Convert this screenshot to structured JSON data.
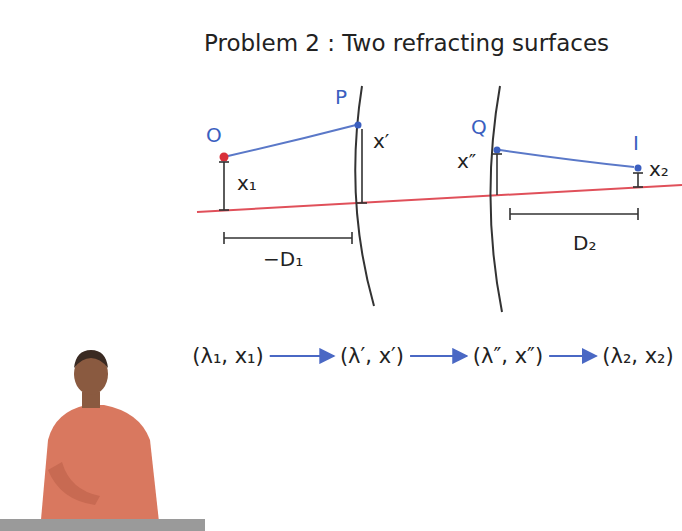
{
  "diagram": {
    "title": "Problem 2 : Two refracting surfaces",
    "nodes": [
      {
        "text": [
          "(λ₁, x₁)"
        ]
      },
      {
        "text": [
          "(λ′, x′)"
        ]
      },
      {
        "text": [
          "(λ″, x″)"
        ]
      },
      {
        "text": [
          "(λ₂, x₂)"
        ]
      }
    ],
    "edges": [
      {
        "from": 0,
        "to": 1,
        "arrow": "to"
      },
      {
        "from": 1,
        "to": 2,
        "arrow": "to"
      },
      {
        "from": 2,
        "to": 3,
        "arrow": "to"
      }
    ],
    "labels": [
      "P",
      "O",
      "x₁",
      "x′",
      "−D₁",
      "Q",
      "x″",
      "I",
      "x₂",
      "D₂"
    ]
  }
}
